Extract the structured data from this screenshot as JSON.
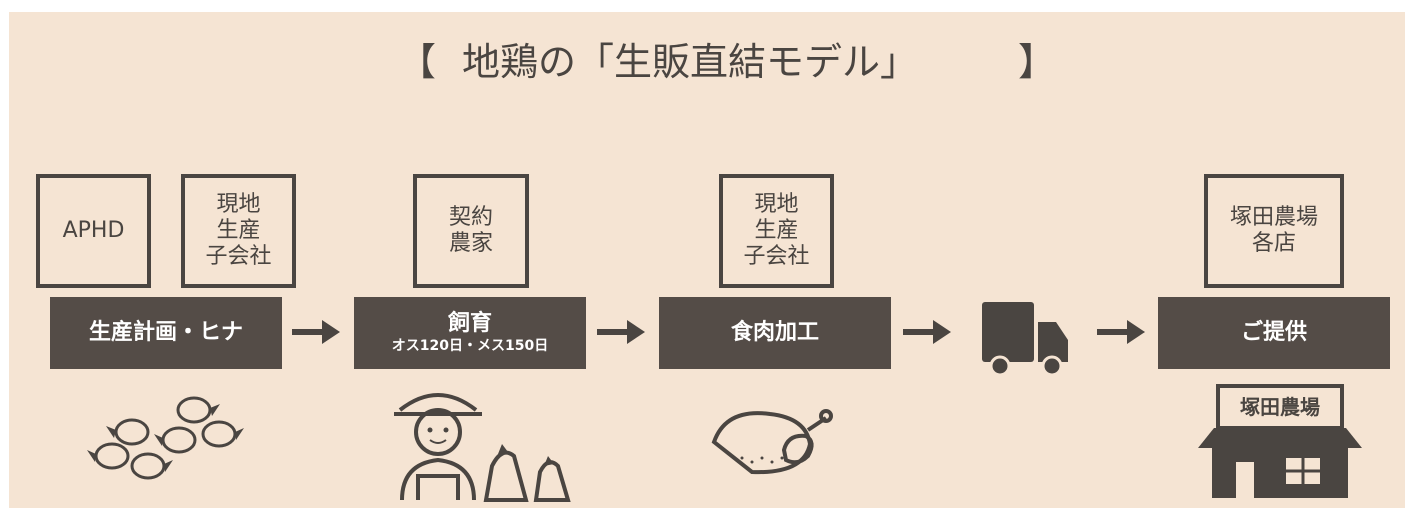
{
  "colors": {
    "panel_bg": "#f5e4d3",
    "bar_bg": "#544c47",
    "text_dark": "#4a4541"
  },
  "title": {
    "open": "【",
    "text": "地鶏の「生販直結モデル」",
    "close": "】"
  },
  "boxes": {
    "aphd": [
      "APHD"
    ],
    "local_sub_1": [
      "現地",
      "生産",
      "子会社"
    ],
    "farmer": [
      "契約",
      "農家"
    ],
    "local_sub_2": [
      "現地",
      "生産",
      "子会社"
    ],
    "stores": [
      "塚田農場",
      "各店"
    ]
  },
  "stages": {
    "planning": {
      "label": "生産計画・ヒナ"
    },
    "raising": {
      "label": "飼育",
      "sub": "オス120日・メス150日"
    },
    "processing": {
      "label": "食肉加工"
    },
    "serving": {
      "label": "ご提供"
    }
  },
  "illustrations": {
    "chicks": "chicks-icon",
    "farmer": "farmer-with-chickens-icon",
    "meat": "roast-chicken-icon",
    "truck": "delivery-truck-icon",
    "store": "restaurant-storefront-icon",
    "store_sign": "塚田農場"
  }
}
